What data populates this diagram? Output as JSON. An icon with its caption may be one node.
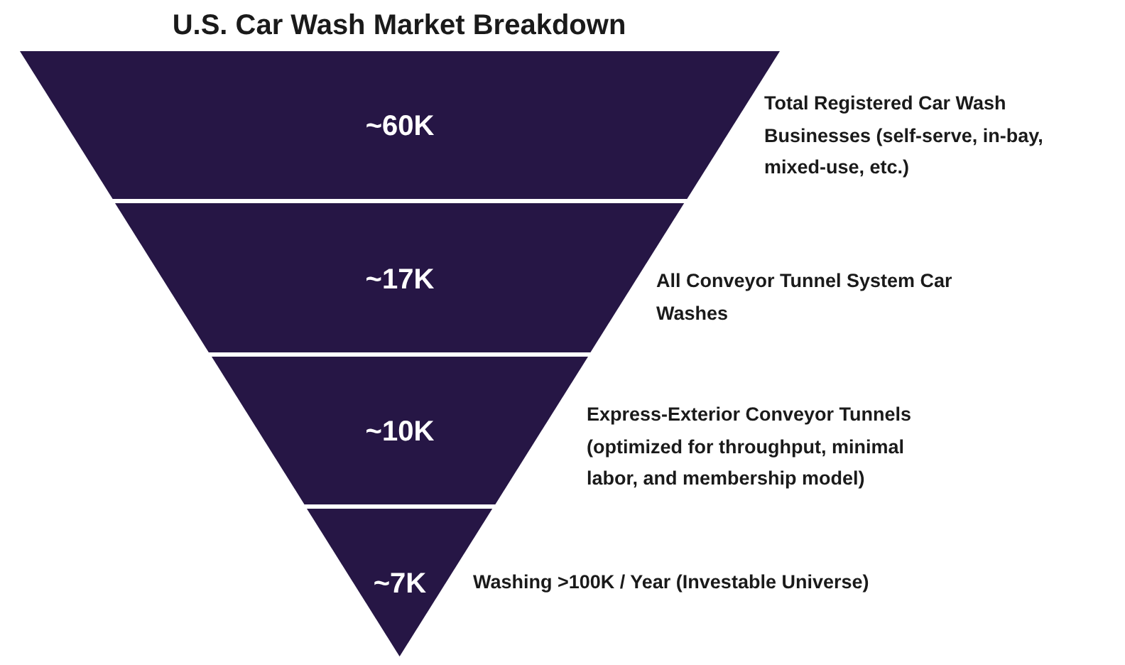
{
  "diagram": {
    "title": "U.S. Car Wash Market Breakdown",
    "nodes": [
      {
        "text": [
          "~60K"
        ],
        "beside": [
          "Total Registered Car Wash Businesses (self-serve, in-bay, mixed-use, etc.)"
        ]
      },
      {
        "text": [
          "~17K"
        ],
        "beside": [
          "All Conveyor Tunnel System Car Washes"
        ]
      },
      {
        "text": [
          "~10K"
        ],
        "beside": [
          "Express-Exterior Conveyor Tunnels (optimized for throughput, minimal labor, and membership model)"
        ]
      },
      {
        "text": [
          "~7K"
        ],
        "beside": [
          "Washing >100K / Year (Investable Universe)"
        ]
      }
    ]
  }
}
